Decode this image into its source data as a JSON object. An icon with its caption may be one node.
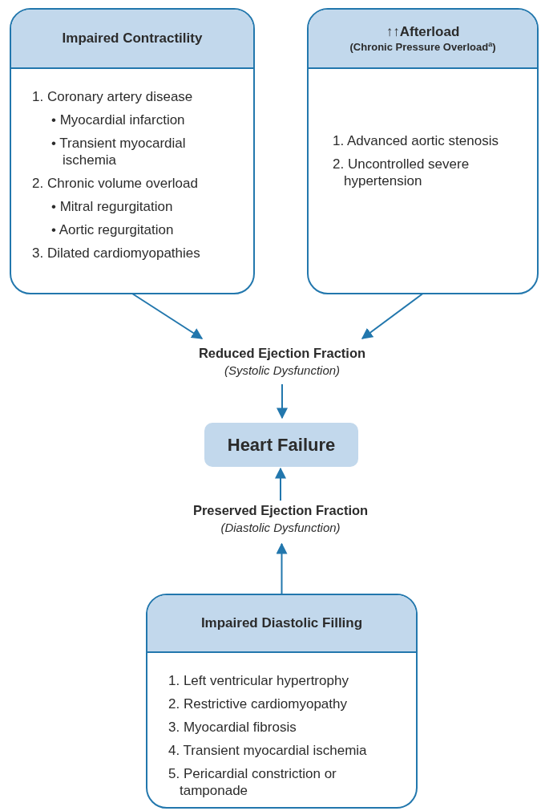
{
  "diagram": {
    "nodes": [
      {
        "text": [
          "Impaired Contractility",
          "1. Coronary artery disease",
          "• Myocardial infarction",
          "• Transient myocardial ischemia",
          "2. Chronic volume overload",
          "• Mitral regurgitation",
          "• Aortic regurgitation",
          "3. Dilated cardiomyopathies"
        ]
      },
      {
        "text": [
          "↑↑Afterload",
          "(Chronic Pressure Overload$^{a}$)",
          "1. Advanced aortic stenosis",
          "2. Uncontrolled severe hypertension"
        ]
      },
      {
        "text": [
          "Reduced Ejection Fraction",
          "(Systolic Dysfunction)"
        ]
      },
      {
        "text": [
          "Heart Failure"
        ]
      },
      {
        "text": [
          "Preserved Ejection Fraction",
          "(Diastolic Dysfunction)"
        ]
      },
      {
        "text": [
          "Impaired Diastolic Filling",
          "1. Left ventricular hypertrophy",
          "2. Restrictive cardiomyopathy",
          "3. Myocardial fibrosis",
          "4. Transient myocardial ischemia",
          "5. Pericardial constriction or tamponade"
        ]
      }
    ],
    "edges": [
      {
        "from": 0,
        "to": 2,
        "arrow": "to"
      },
      {
        "from": 1,
        "to": 2,
        "arrow": "to"
      },
      {
        "from": 2,
        "to": 3,
        "arrow": "to"
      },
      {
        "from": 4,
        "to": 3,
        "arrow": "to"
      },
      {
        "from": 5,
        "to": 4,
        "arrow": "to"
      }
    ]
  }
}
